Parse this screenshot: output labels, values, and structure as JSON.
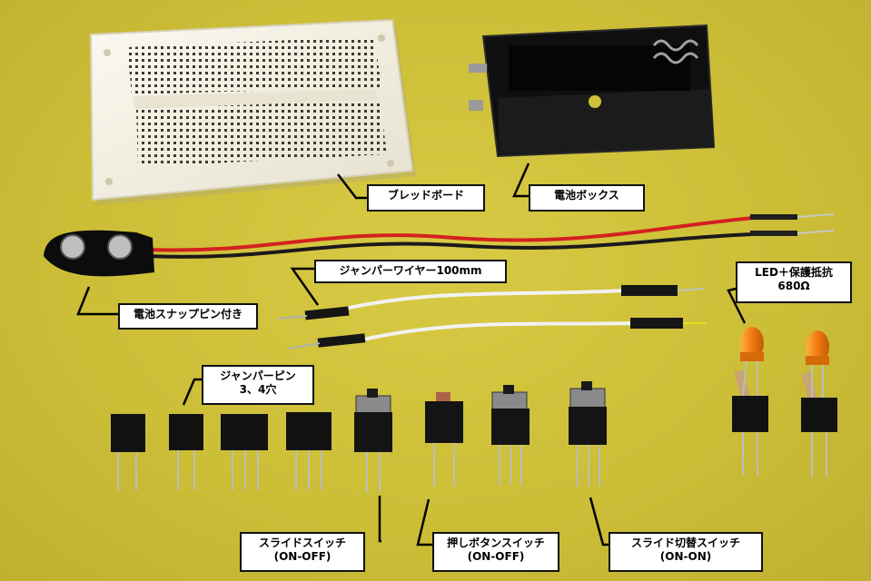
{
  "labels": {
    "breadboard": "ブレッドボード",
    "battery_box": "電池ボックス",
    "battery_snap": "電池スナップピン付き",
    "jumper_wire": "ジャンパーワイヤー100mm",
    "led_resistor_line1": "LED＋保護抵抗",
    "led_resistor_line2": "680Ω",
    "jumper_pin_line1": "ジャンパーピン",
    "jumper_pin_line2": "3、4穴",
    "slide_switch_line1": "スライドスイッチ",
    "slide_switch_line2": "(ON-OFF)",
    "push_button_line1": "押しボタンスイッチ",
    "push_button_line2": "(ON-OFF)",
    "slide_changeover_line1": "スライド切替スイッチ",
    "slide_changeover_line2": "(ON-ON)"
  },
  "colors": {
    "background": "#cfc13a",
    "breadboard": "#f4f1e6",
    "component_black": "#151515",
    "wire_red": "#d42020",
    "wire_white": "#f2f2f2",
    "led_orange": "#f07a10",
    "label_border": "#111111"
  }
}
